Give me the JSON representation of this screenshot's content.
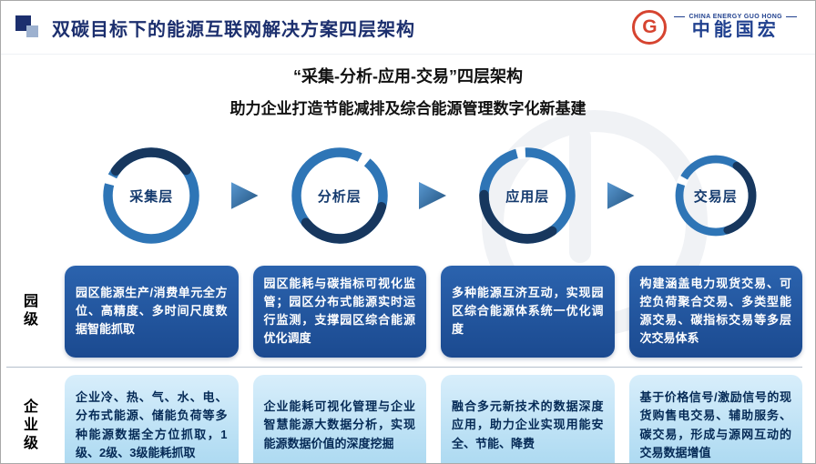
{
  "slide": {
    "header": {
      "title": "双碳目标下的能源互联网解决方案四层架构",
      "logo": {
        "zh": "中能国宏",
        "en": "CHINA ENERGY GUO HONG",
        "monogram": "G",
        "accent_color": "#d64430",
        "text_color": "#21418f"
      }
    },
    "intro": {
      "line1": "“采集-分析-应用-交易”四层架构",
      "line2": "助力企业打造节能减排及综合能源管理数字化新基建"
    },
    "layers": [
      {
        "label": "采集层"
      },
      {
        "label": "分析层"
      },
      {
        "label": "应用层"
      },
      {
        "label": "交易层"
      }
    ],
    "rows": [
      {
        "label": "园级",
        "cells": [
          "园区能源生产/消费单元全方位、高精度、多时间尺度数据智能抓取",
          "园区能耗与碳指标可视化监管；园区分布式能源实时运行监测，支撑园区综合能源优化调度",
          "多种能源互济互动，实现园区综合能源体系统一优化调度",
          "构建涵盖电力现货交易、可控负荷聚合交易、多类型能源交易、碳指标交易等多层次交易体系"
        ]
      },
      {
        "label": "企业级",
        "cells": [
          "企业冷、热、气、水、电、分布式能源、储能负荷等多种能源数据全方位抓取，1级、2级、3级能耗抓取",
          "企业能耗可视化管理与企业智慧能源大数据分析，实现能源数据价值的深度挖掘",
          "融合多元新技术的数据深度应用，助力企业实现用能安全、节能、降费",
          "基于价格信号/激励信号的现货购售电交易、辅助服务、碳交易，形成与源网互动的交易数据增值"
        ]
      }
    ],
    "icons": {
      "flow_arrow": "right-triangle",
      "slide_mark": "two-overlapping-squares",
      "brand_mark": "red-circle-monogram"
    },
    "colors": {
      "title_navy": "#1c2f6e",
      "ring_light": "#2e75b6",
      "ring_dark": "#17375e",
      "park_box": "#1b4a90",
      "enterprise_box": "#a7d7f0"
    }
  }
}
